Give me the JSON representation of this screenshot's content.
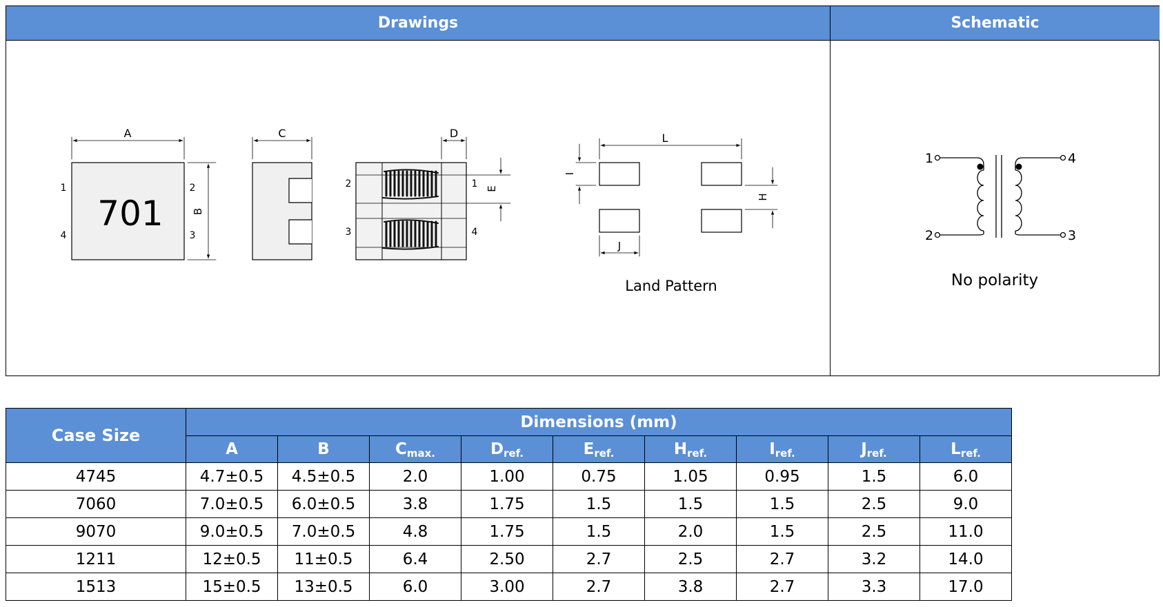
{
  "headers": {
    "drawings": "Drawings",
    "schematic": "Schematic"
  },
  "drawing": {
    "top_view": {
      "dim_a": "A",
      "dim_b": "B",
      "marking": "701",
      "pins": [
        "1",
        "2",
        "4",
        "3"
      ]
    },
    "side_view": {
      "dim_c": "C"
    },
    "internal_view": {
      "dim_d": "D",
      "dim_e": "E",
      "pins": [
        "2",
        "1",
        "3",
        "4"
      ]
    },
    "land_pattern": {
      "dim_l": "L",
      "dim_i": "I",
      "dim_h": "H",
      "dim_j": "J",
      "caption": "Land Pattern"
    }
  },
  "schematic": {
    "pins": [
      "1",
      "4",
      "2",
      "3"
    ],
    "caption": "No polarity"
  },
  "table": {
    "case_size_header": "Case Size",
    "dimensions_header": "Dimensions (mm)",
    "columns": [
      {
        "main": "A",
        "sub": ""
      },
      {
        "main": "B",
        "sub": ""
      },
      {
        "main": "C",
        "sub": "max."
      },
      {
        "main": "D",
        "sub": "ref."
      },
      {
        "main": "E",
        "sub": "ref."
      },
      {
        "main": "H",
        "sub": "ref."
      },
      {
        "main": "I",
        "sub": "ref."
      },
      {
        "main": "J",
        "sub": "ref."
      },
      {
        "main": "L",
        "sub": "ref."
      }
    ],
    "rows": [
      [
        "4745",
        "4.7±0.5",
        "4.5±0.5",
        "2.0",
        "1.00",
        "0.75",
        "1.05",
        "0.95",
        "1.5",
        "6.0"
      ],
      [
        "7060",
        "7.0±0.5",
        "6.0±0.5",
        "3.8",
        "1.75",
        "1.5",
        "1.5",
        "1.5",
        "2.5",
        "9.0"
      ],
      [
        "9070",
        "9.0±0.5",
        "7.0±0.5",
        "4.8",
        "1.75",
        "1.5",
        "2.0",
        "1.5",
        "2.5",
        "11.0"
      ],
      [
        "1211",
        "12±0.5",
        "11±0.5",
        "6.4",
        "2.50",
        "2.7",
        "2.5",
        "2.7",
        "3.2",
        "14.0"
      ],
      [
        "1513",
        "15±0.5",
        "13±0.5",
        "6.0",
        "3.00",
        "2.7",
        "3.8",
        "2.7",
        "3.3",
        "17.0"
      ]
    ]
  }
}
